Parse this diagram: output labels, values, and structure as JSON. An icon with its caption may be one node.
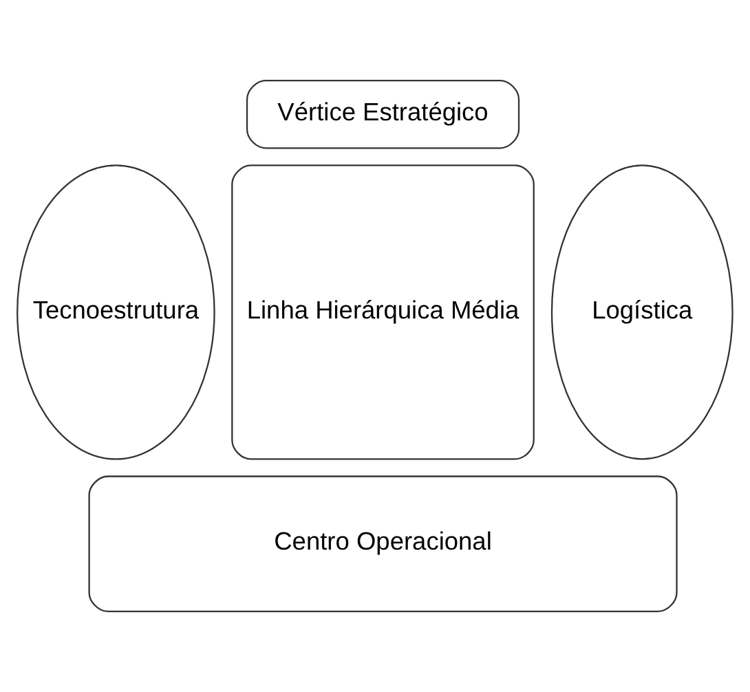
{
  "diagram": {
    "nodes": [
      {
        "text": [
          "Vértice Estratégico"
        ]
      },
      {
        "text": [
          "Tecnoestrutura"
        ]
      },
      {
        "text": [
          "Linha Hierárquica Média"
        ]
      },
      {
        "text": [
          "Logística"
        ]
      },
      {
        "text": [
          "Centro Operacional"
        ]
      }
    ],
    "edges": []
  }
}
